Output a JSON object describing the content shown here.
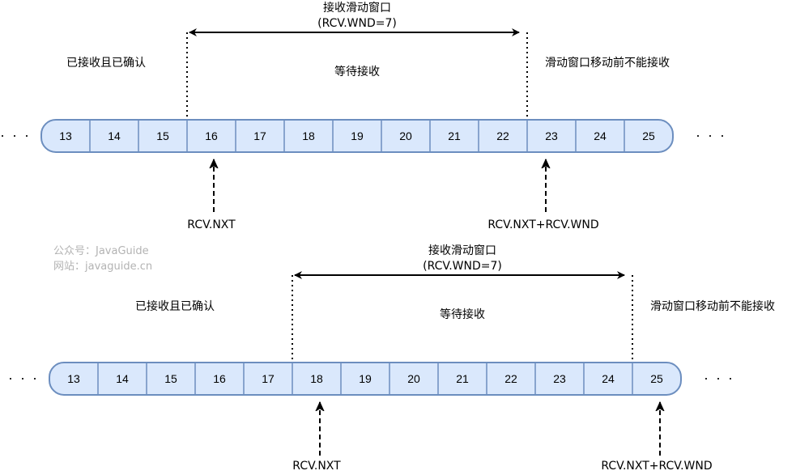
{
  "watermark": {
    "line1": "公众号：JavaGuide",
    "line2": "网站：javaguide.cn"
  },
  "ellipsis": "· · ·",
  "colors": {
    "cell_fill": "#dae8fc",
    "cell_stroke": "#6c8ebf",
    "line": "#000000",
    "watermark": "#b3b3b3"
  },
  "panels": [
    {
      "window_title": "接收滑动窗口",
      "window_size_label": "(RCV.WND=7)",
      "left_region_label": "已接收且已确认",
      "middle_region_label": "等待接收",
      "right_region_label": "滑动窗口移动前不能接收",
      "cells": [
        "13",
        "14",
        "15",
        "16",
        "17",
        "18",
        "19",
        "20",
        "21",
        "22",
        "23",
        "24",
        "25"
      ],
      "window_start_index": 3,
      "window_end_index": 10,
      "pointer_left_label": "RCV.NXT",
      "pointer_right_label": "RCV.NXT+RCV.WND"
    },
    {
      "window_title": "接收滑动窗口",
      "window_size_label": "(RCV.WND=7)",
      "left_region_label": "已接收且已确认",
      "middle_region_label": "等待接收",
      "right_region_label": "滑动窗口移动前不能接收",
      "cells": [
        "13",
        "14",
        "15",
        "16",
        "17",
        "18",
        "19",
        "20",
        "21",
        "22",
        "23",
        "24",
        "25"
      ],
      "window_start_index": 5,
      "window_end_index": 12,
      "pointer_left_label": "RCV.NXT",
      "pointer_right_label": "RCV.NXT+RCV.WND"
    }
  ]
}
